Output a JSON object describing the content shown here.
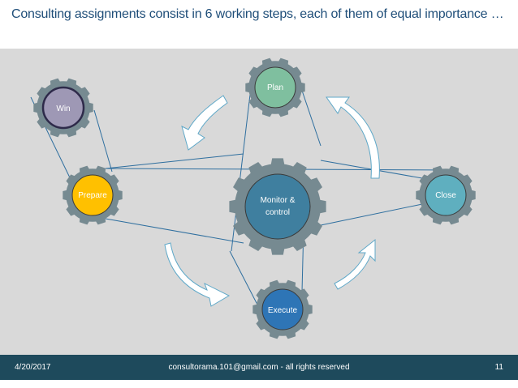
{
  "slide": {
    "title": "Consulting assignments consist in 6 working steps, each of them of equal importance …"
  },
  "gears": [
    {
      "id": "win",
      "label": "Win",
      "color": "#9e98b5",
      "border": "#2e2a4a"
    },
    {
      "id": "prepare",
      "label": "Prepare",
      "color": "#ffc000",
      "border": "#3a3a3a"
    },
    {
      "id": "plan",
      "label": "Plan",
      "color": "#7fbf9f",
      "border": "#3a3a3a"
    },
    {
      "id": "monitor",
      "label_line1": "Monitor &",
      "label_line2": "control",
      "color": "#3f7f9f",
      "border": "#3a3a3a"
    },
    {
      "id": "execute",
      "label": "Execute",
      "color": "#2e75b6",
      "border": "#3a3a3a"
    },
    {
      "id": "close",
      "label": "Close",
      "color": "#5fafbf",
      "border": "#3a3a3a"
    }
  ],
  "colors": {
    "gear_teeth": "#768a91",
    "connector": "#2f6f9f",
    "arrow_fill": "#ffffff",
    "arrow_stroke": "#5fa8c8",
    "background": "#d9d9d9",
    "title": "#1f4e79",
    "footer": "#1e4a5c"
  },
  "footer": {
    "date": "4/20/2017",
    "center": "consultorama.101@gmail.com - all rights reserved",
    "page": "11"
  }
}
